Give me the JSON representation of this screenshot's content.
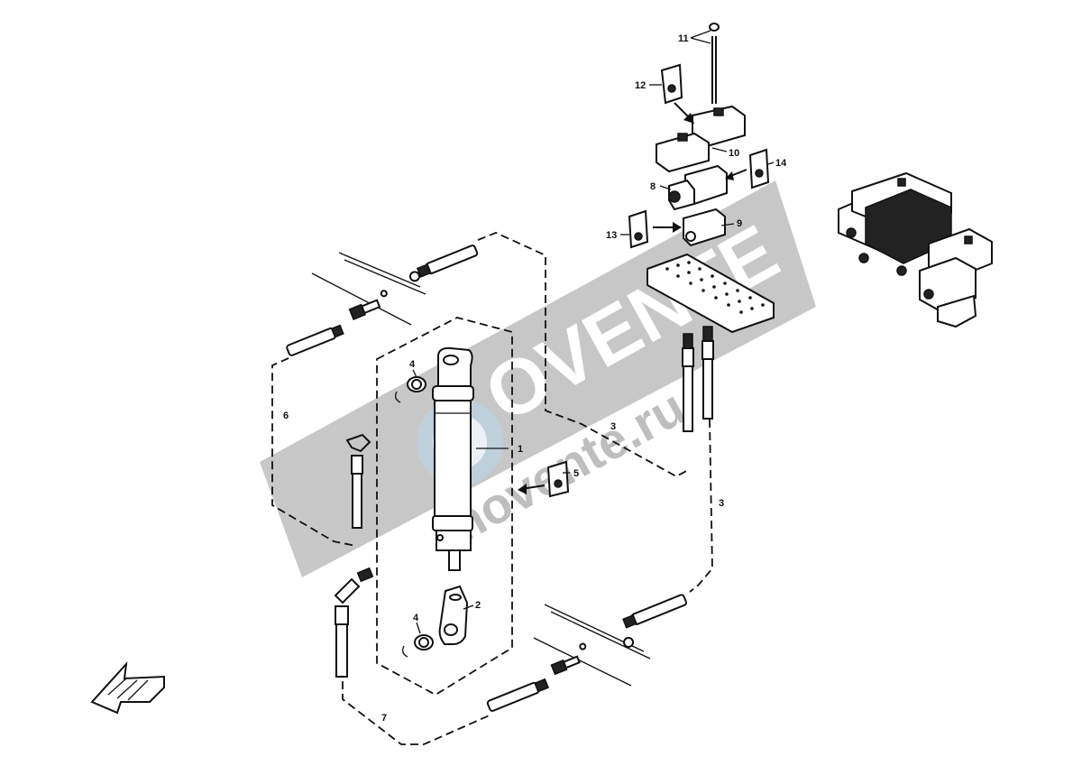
{
  "callouts": {
    "c1": "1",
    "c2": "2",
    "c3a": "3",
    "c3b": "3",
    "c4a": "4",
    "c4b": "4",
    "c5": "5",
    "c6": "6",
    "c7": "7",
    "c8": "8",
    "c9": "9",
    "c10": "10",
    "c11": "11",
    "c12": "12",
    "c13": "13",
    "c14": "14"
  },
  "watermark": {
    "main": "OVENTE",
    "sub": "movente.ru"
  },
  "colors": {
    "line": "#111111",
    "watermark": "#9a9a9a",
    "background": "#ffffff"
  },
  "icons": {
    "direction_arrow": "hatched-front-arrow-icon",
    "label_tag": "label-tag-icon"
  }
}
